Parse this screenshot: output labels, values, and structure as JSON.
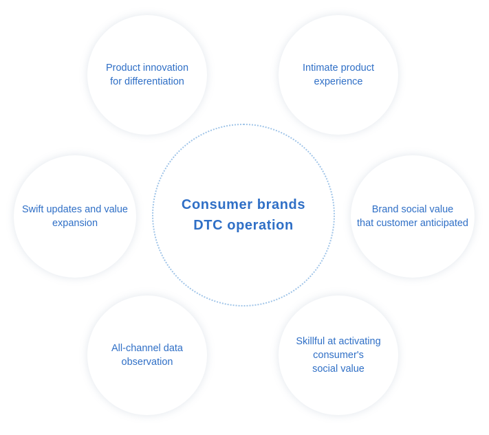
{
  "center": {
    "title": "Consumer brands\nDTC  operation"
  },
  "nodes": {
    "product_innovation": "Product innovation\nfor differentiation",
    "intimate_experience": "Intimate product\nexperience",
    "swift_updates": "Swift updates and value\nexpansion",
    "brand_social_value": "Brand social value\nthat customer anticipated",
    "all_channel_data": "All-channel data\nobservation",
    "activating_social_value": "Skillful at activating\nconsumer's\nsocial value"
  },
  "colors": {
    "text": "#2f6fc6",
    "center_border": "#9fc4e8",
    "background": "#ffffff"
  }
}
